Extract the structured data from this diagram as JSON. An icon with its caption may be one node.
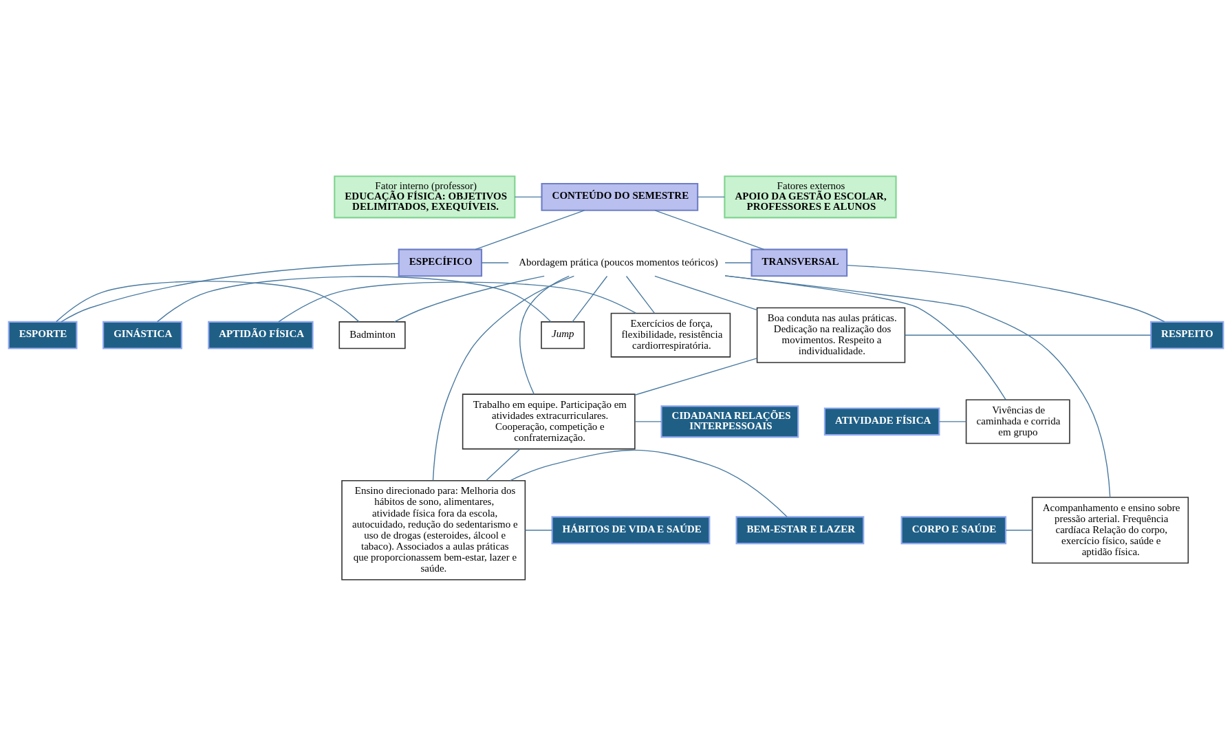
{
  "diagram": {
    "nodes": [
      {
        "text": [
          "Fator interno (professor)",
          "EDUCAÇÃO FÍSICA: OBJETIVOS DELIMITADOS, EXEQUÍVEIS."
        ]
      },
      {
        "text": [
          "CONTEÚDO DO SEMESTRE"
        ]
      },
      {
        "text": [
          "Fatores externos",
          "APOIO DA GESTÃO ESCOLAR, PROFESSORES E ALUNOS"
        ]
      },
      {
        "text": [
          "ESPECÍFICO"
        ]
      },
      {
        "text": [
          "TRANSVERSAL"
        ]
      },
      {
        "text": [
          "Abordagem prática (poucos momentos teóricos)"
        ]
      },
      {
        "text": [
          "ESPORTE"
        ]
      },
      {
        "text": [
          "Badminton"
        ]
      },
      {
        "text": [
          "GINÁSTICA"
        ]
      },
      {
        "text": [
          "Jump"
        ]
      },
      {
        "text": [
          "ATIVIDADE FÍSICA"
        ]
      },
      {
        "text": [
          "Vivências de caminhada e corrida em grupo"
        ]
      },
      {
        "text": [
          "APTIDÃO FÍSICA"
        ]
      },
      {
        "text": [
          "Exercícios de força, flexibilidade, resistência cardiorrespiratória."
        ]
      },
      {
        "text": [
          "CORPO E SAÚDE"
        ]
      },
      {
        "text": [
          "Acompanhamento e ensino sobre pressão arterial. Frequência cardíaca Relação do corpo, exercício físico, saúde e aptidão física."
        ]
      },
      {
        "text": [
          "Boa conduta nas aulas práticas. Dedicação na realização dos movimentos. Respeito a individualidade."
        ]
      },
      {
        "text": [
          "RESPEITO"
        ]
      },
      {
        "text": [
          "Trabalho em equipe. Participação em atividades extracurriculares. Cooperação, competição e confraternização."
        ]
      },
      {
        "text": [
          "CIDADANIA RELAÇÕES INTERPESSOAIS"
        ]
      },
      {
        "text": [
          "Ensino direcionado para: Melhoria dos hábitos de sono, alimentares, atividade física fora da escola, autocuidado, redução do sedentarismo e uso de drogas (esteroides, álcool e tabaco). Associados a aulas práticas que proporcionassem bem-estar, lazer e saúde."
        ]
      },
      {
        "text": [
          "HÁBITOS DE VIDA E SAÚDE"
        ]
      },
      {
        "text": [
          "BEM-ESTAR E LAZER"
        ]
      }
    ],
    "edges": [
      {
        "from": 0,
        "to": 1,
        "arrow": "none"
      },
      {
        "from": 1,
        "to": 2,
        "arrow": "none"
      },
      {
        "from": 1,
        "to": 3,
        "arrow": "none"
      },
      {
        "from": 1,
        "to": 4,
        "arrow": "none"
      },
      {
        "from": 3,
        "to": 5,
        "arrow": "none"
      },
      {
        "from": 5,
        "to": 4,
        "arrow": "none"
      },
      {
        "from": 3,
        "to": 6,
        "arrow": "none"
      },
      {
        "from": 4,
        "to": 17,
        "arrow": "none"
      },
      {
        "from": 6,
        "to": 7,
        "arrow": "none"
      },
      {
        "from": 8,
        "to": 9,
        "arrow": "none"
      },
      {
        "from": 10,
        "to": 11,
        "arrow": "none"
      },
      {
        "from": 12,
        "to": 13,
        "arrow": "none"
      },
      {
        "from": 14,
        "to": 15,
        "arrow": "none"
      },
      {
        "from": 5,
        "to": 7,
        "arrow": "none"
      },
      {
        "from": 5,
        "to": 9,
        "arrow": "none"
      },
      {
        "from": 5,
        "to": 11,
        "arrow": "none"
      },
      {
        "from": 5,
        "to": 13,
        "arrow": "none"
      },
      {
        "from": 5,
        "to": 15,
        "arrow": "none"
      },
      {
        "from": 5,
        "to": 16,
        "arrow": "none"
      },
      {
        "from": 5,
        "to": 18,
        "arrow": "none"
      },
      {
        "from": 5,
        "to": 20,
        "arrow": "none"
      },
      {
        "from": 16,
        "to": 17,
        "arrow": "none"
      },
      {
        "from": 16,
        "to": 18,
        "arrow": "none"
      },
      {
        "from": 18,
        "to": 19,
        "arrow": "none"
      },
      {
        "from": 18,
        "to": 20,
        "arrow": "none"
      },
      {
        "from": 20,
        "to": 21,
        "arrow": "none"
      },
      {
        "from": 20,
        "to": 22,
        "arrow": "none"
      }
    ]
  }
}
